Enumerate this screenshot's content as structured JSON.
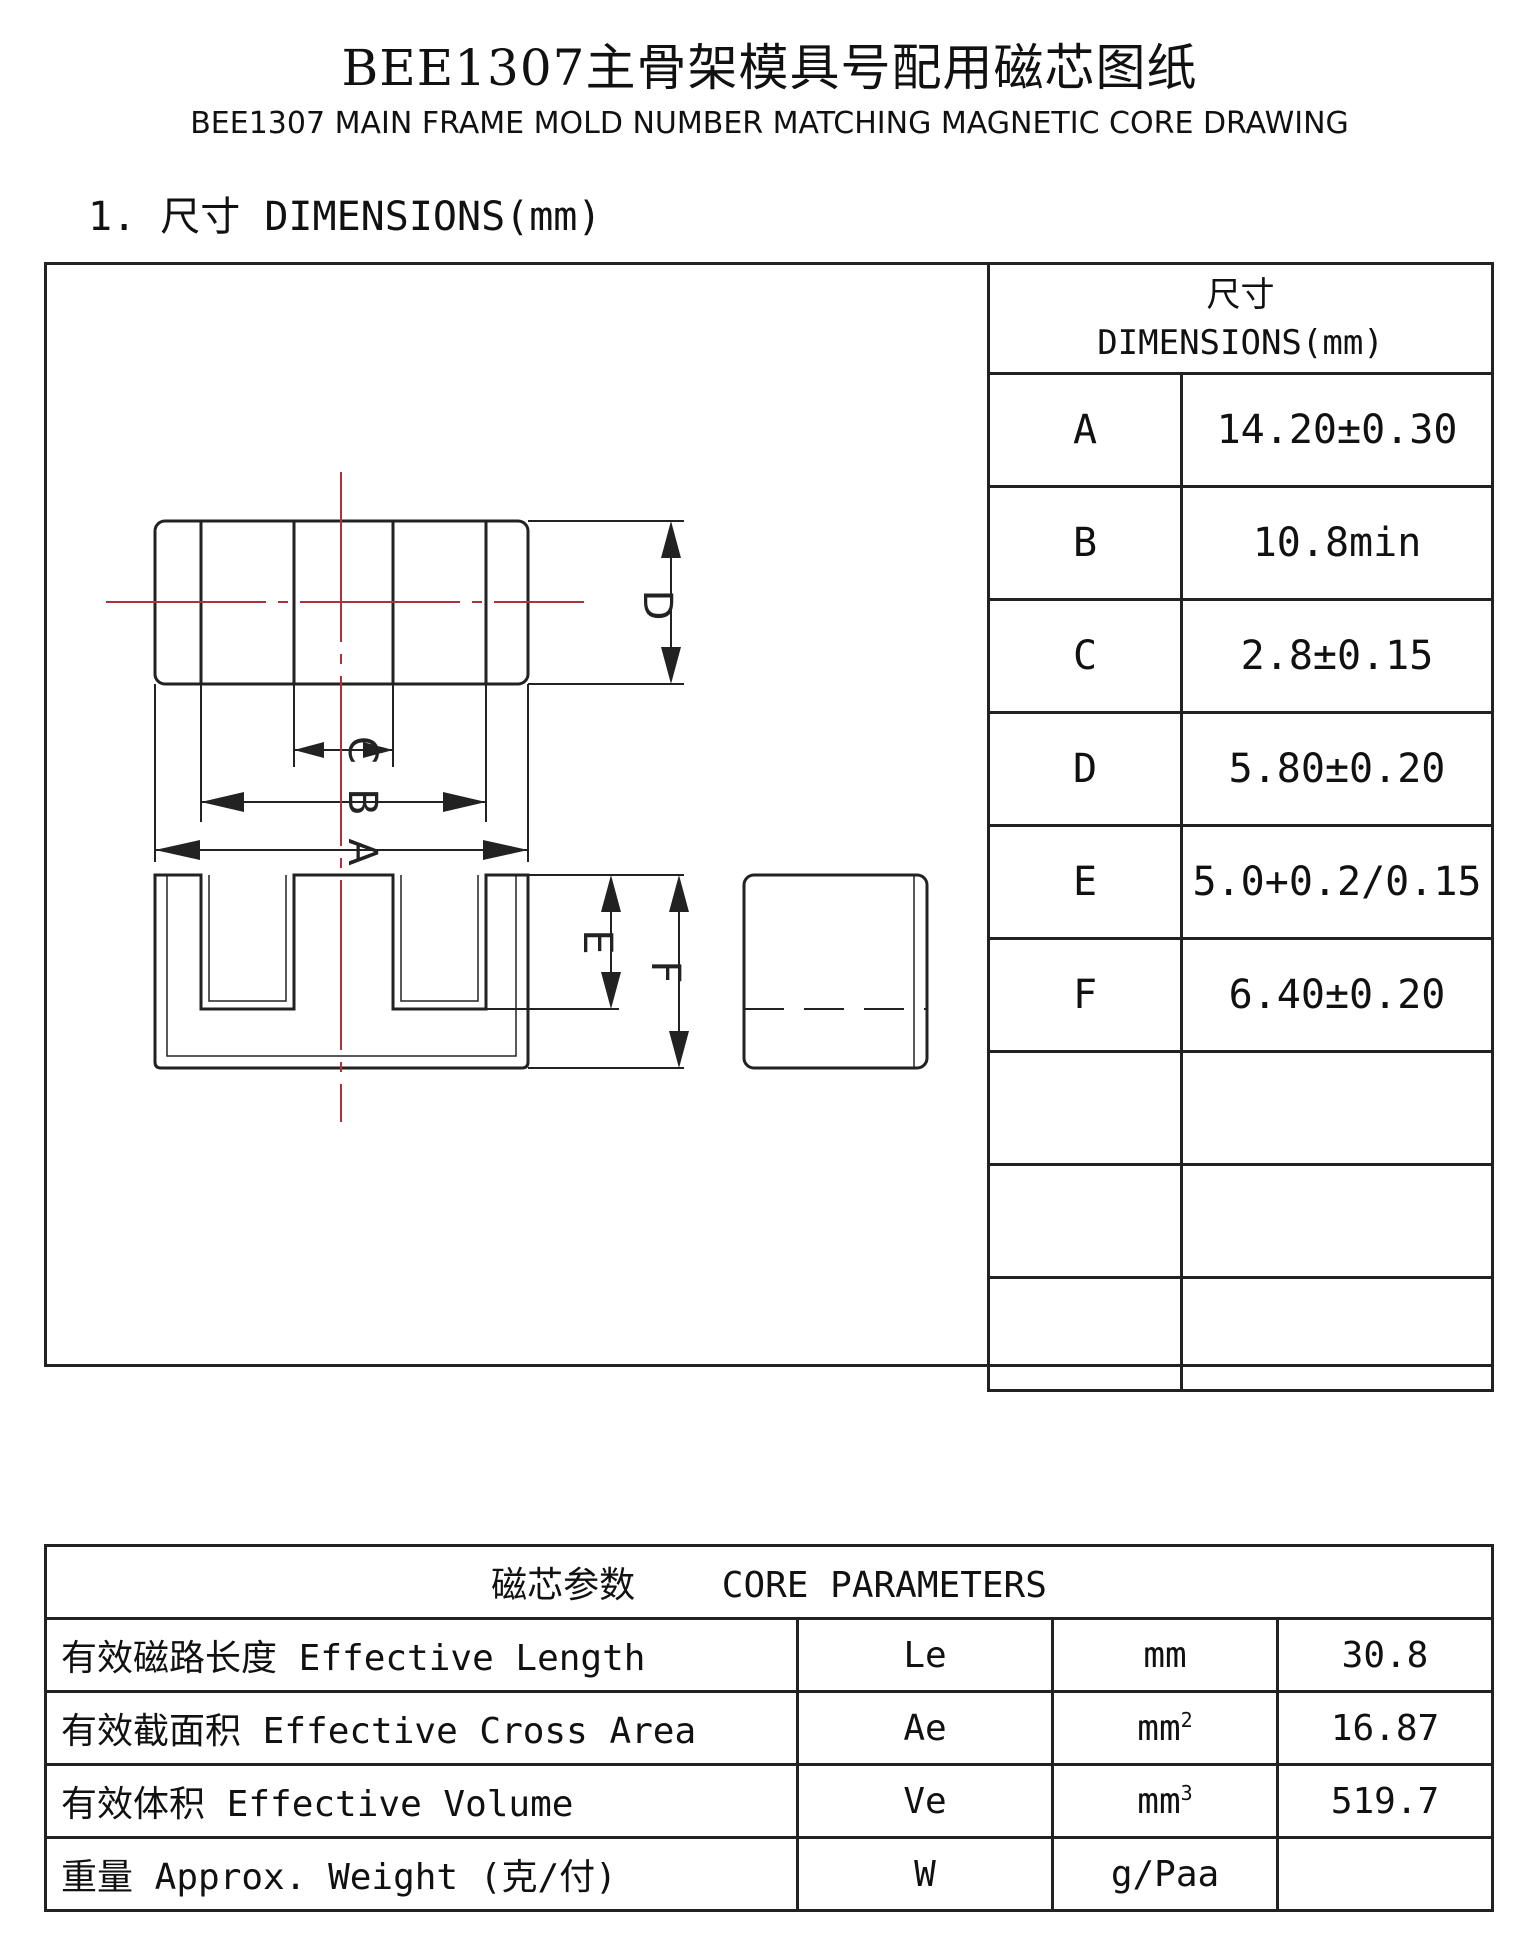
{
  "header": {
    "title": "BEE1307主骨架模具号配用磁芯图纸",
    "subtitle": "BEE1307 MAIN FRAME MOLD NUMBER MATCHING MAGNETIC CORE DRAWING"
  },
  "section": {
    "heading": "1. 尺寸 DIMENSIONS(mm)"
  },
  "drawing": {
    "labels": {
      "A": "A",
      "B": "B",
      "C": "C",
      "D": "D",
      "E": "E",
      "F": "F"
    }
  },
  "dimensions_table": {
    "header_cn": "尺寸",
    "header_en": "DIMENSIONS(mm)",
    "rows": [
      {
        "label": "A",
        "value": "14.20±0.30"
      },
      {
        "label": "B",
        "value": "10.8min"
      },
      {
        "label": "C",
        "value": "2.8±0.15"
      },
      {
        "label": "D",
        "value": "5.80±0.20"
      },
      {
        "label": "E",
        "value": "5.0+0.2/0.15"
      },
      {
        "label": "F",
        "value": "6.40±0.20"
      },
      {
        "label": "",
        "value": ""
      },
      {
        "label": "",
        "value": ""
      },
      {
        "label": "",
        "value": ""
      }
    ]
  },
  "core_parameters": {
    "title": "磁芯参数    CORE PARAMETERS",
    "rows": [
      {
        "name": "有效磁路长度 Effective Length",
        "symbol": "Le",
        "unit": "mm",
        "unit_sup": "",
        "value": "30.8"
      },
      {
        "name": "有效截面积 Effective Cross Area",
        "symbol": "Ae",
        "unit": "mm",
        "unit_sup": "2",
        "value": "16.87"
      },
      {
        "name": "有效体积 Effective Volume",
        "symbol": "Ve",
        "unit": "mm",
        "unit_sup": "3",
        "value": "519.7"
      },
      {
        "name": "重量 Approx. Weight (克/付)",
        "symbol": "W",
        "unit": "g/Paa",
        "unit_sup": "",
        "value": ""
      }
    ]
  },
  "colors": {
    "line": "#222222",
    "centerline": "#b03040"
  }
}
